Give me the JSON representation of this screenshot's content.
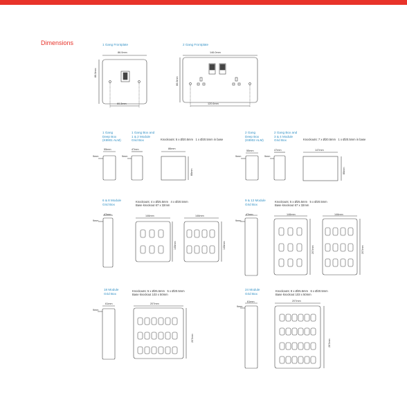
{
  "brand": {
    "accent": "#e8332a",
    "title_color": "#2f8fc4"
  },
  "heading": "Dimensions",
  "frontplates": {
    "one": {
      "title": "1 Gang Frontplate",
      "width": "86.0mm",
      "height": "86.0mm",
      "centres": "60.3mm"
    },
    "two": {
      "title": "2 Gang Frontplate",
      "width": "146.0mm",
      "height": "86.0mm",
      "centres": "120.6mm"
    }
  },
  "boxes": {
    "b1": {
      "title": "1 Gang\nDeep Box\n(K8901 ALM)",
      "depth": "55mm",
      "side": "9mm"
    },
    "b2": {
      "title": "1 Gang Box and\n1 & 2 Module\nGrid Box",
      "knockouts": "Knockouts: 5 x Ø20.5mm   1 x Ø20.5mm in base",
      "depth": "47mm",
      "side": "9mm",
      "width": "86mm",
      "height": "86mm"
    },
    "b3": {
      "title": "2 Gang\nDeep Box\n(K8902 ALM)",
      "depth": "55mm",
      "side": "9mm"
    },
    "b4": {
      "title": "2 Gang Box and\n3 & 4 Module\nGrid Box",
      "knockouts": "Knockouts: 7 x Ø20.5mm   1 x Ø20.5mm in base",
      "depth": "47mm",
      "side": "9mm",
      "width": "147mm",
      "height": "86mm"
    },
    "b5": {
      "title": "6 & 8 Module\nGrid Box",
      "knockouts": "Knockouts: 4 x Ø25.5mm   4 x Ø20.5mm\nBase knockout 67 x 32mm",
      "depth": "47mm",
      "side": "9mm",
      "width1": "146mm",
      "height1": "146mm",
      "width2": "146mm",
      "height2": "146mm"
    },
    "b6": {
      "title": "9 & 12 Module\nGrid Box",
      "knockouts": "Knockouts: 5 x Ø25.5mm   5 x Ø20.5mm\nBase knockout 67 x 32mm",
      "depth": "47mm",
      "side": "9mm",
      "width1": "146mm",
      "height1": "207mm",
      "width2": "146mm",
      "height2": "207mm"
    },
    "b7": {
      "title": "18 Module\nGrid Box",
      "knockouts": "Knockouts: 5 x Ø25.5mm   5 x Ø20.5mm\nBase knockout 103 x 50mm",
      "depth": "61mm",
      "side": "9mm",
      "width": "207mm",
      "height": "207mm"
    },
    "b8": {
      "title": "24 Module\nGrid Box",
      "knockouts": "Knockouts: 8 x Ø25.5mm   6 x Ø20.5mm\nBase knockout 103 x 50mm",
      "depth": "61mm",
      "side": "9mm",
      "width": "207mm",
      "height": "267mm"
    }
  }
}
